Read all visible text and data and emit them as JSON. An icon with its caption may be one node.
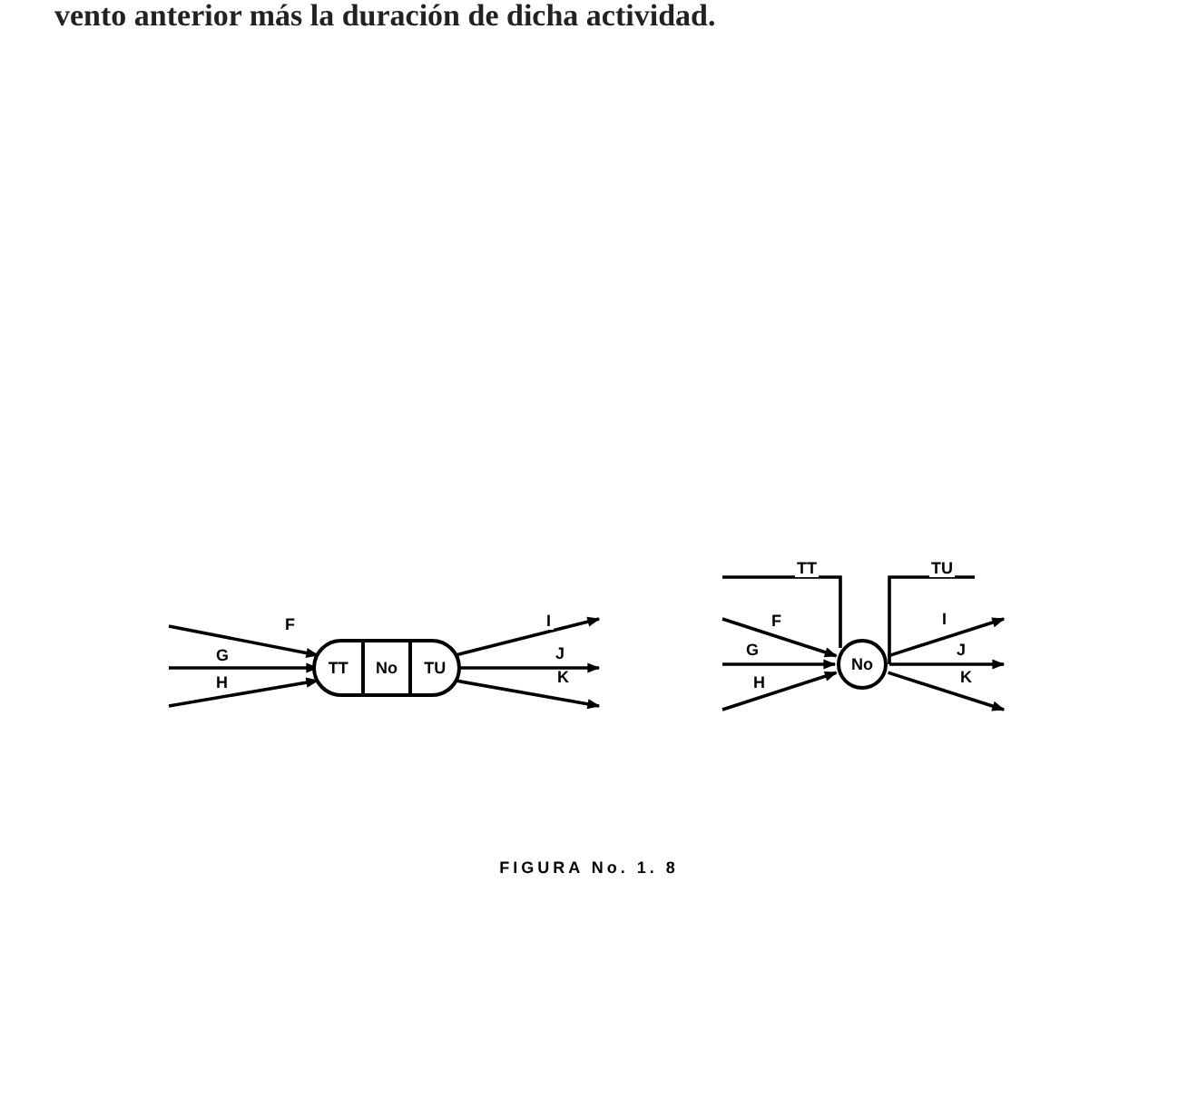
{
  "diagram": {
    "caption": "FIGURA No. 1. 8",
    "nodes": [
      {
        "text": [],
        "shape": "capsule"
      },
      {
        "text": [
          "TT"
        ],
        "in": 0
      },
      {
        "text": [
          "No"
        ],
        "in": 0
      },
      {
        "text": [
          "TU"
        ],
        "in": 0
      },
      {
        "text": [
          "No"
        ]
      }
    ],
    "edges": [
      {
        "from": null,
        "to": 0,
        "arrow": "to",
        "label": "F"
      },
      {
        "from": null,
        "to": 0,
        "arrow": "to",
        "label": "G"
      },
      {
        "from": null,
        "to": 0,
        "arrow": "to",
        "label": "H"
      },
      {
        "from": 0,
        "to": null,
        "arrow": "to",
        "label": "I"
      },
      {
        "from": 0,
        "to": null,
        "arrow": "to",
        "label": "J"
      },
      {
        "from": 0,
        "to": null,
        "arrow": "to",
        "label": "K"
      },
      {
        "from": null,
        "to": 4,
        "arrow": "to",
        "label": "F"
      },
      {
        "from": null,
        "to": 4,
        "arrow": "to",
        "label": "G"
      },
      {
        "from": null,
        "to": 4,
        "arrow": "to",
        "label": "H"
      },
      {
        "from": 4,
        "to": null,
        "arrow": "to",
        "label": "I"
      },
      {
        "from": 4,
        "to": null,
        "arrow": "to",
        "label": "J"
      },
      {
        "from": 4,
        "to": null,
        "arrow": "to",
        "label": "K"
      },
      {
        "from": null,
        "to": 4,
        "arrow": "none",
        "label": "TT"
      },
      {
        "from": 4,
        "to": null,
        "arrow": "none",
        "label": "TU"
      }
    ],
    "labels": [
      "vento anterior más la duración de dicha actividad."
    ]
  }
}
